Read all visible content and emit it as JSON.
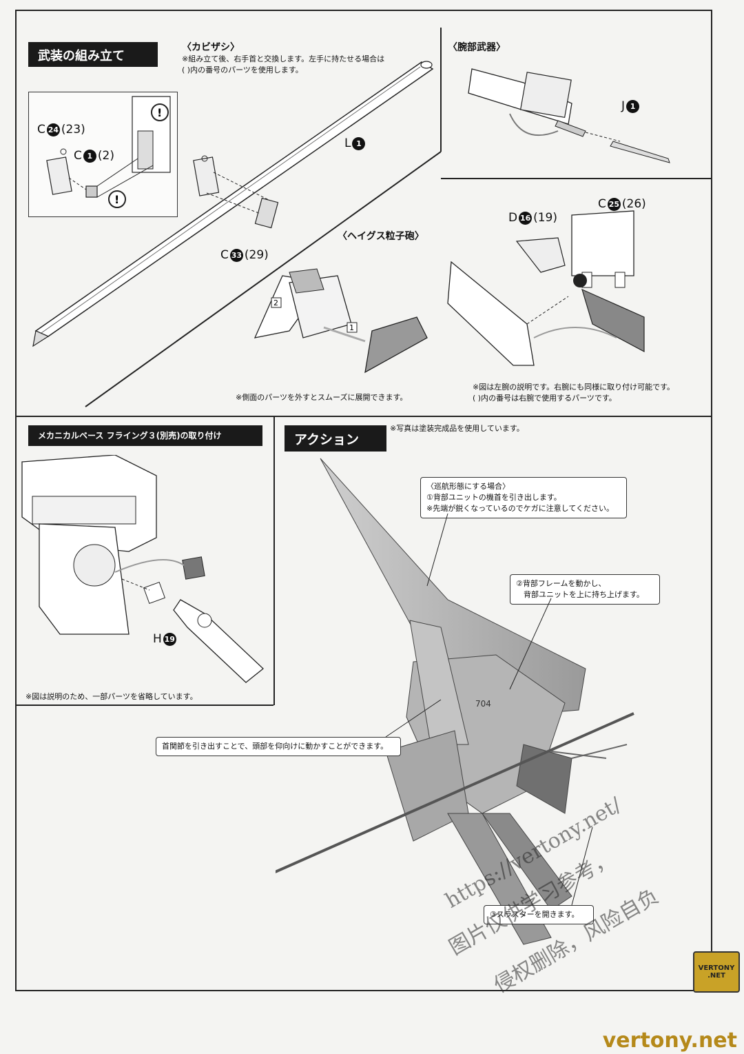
{
  "sections": {
    "weapon_assembly": {
      "title": "武装の組み立て",
      "kabizashi": {
        "title": "〈カビザシ〉",
        "note": "※組み立て後、右手首と交換します。左手に持たせる場合は\n( )内の番号のパーツを使用します。",
        "labels": {
          "c24": {
            "prefix": "C",
            "num": "24",
            "alt": "(23)"
          },
          "c1": {
            "prefix": "C",
            "num": "1",
            "alt": "(2)"
          },
          "l1": {
            "prefix": "L",
            "num": "1"
          },
          "c33": {
            "prefix": "C",
            "num": "33",
            "alt": "(29)"
          }
        }
      },
      "hegus": {
        "title": "〈ヘイグス粒子砲〉",
        "step1": "1",
        "step2": "2",
        "note": "※側面のパーツを外すとスムーズに展開できます。"
      }
    },
    "arm_weapon": {
      "title": "〈腕部武器〉",
      "j1": {
        "prefix": "J",
        "num": "1"
      },
      "d16": {
        "prefix": "D",
        "num": "16",
        "alt": "(19)"
      },
      "c25": {
        "prefix": "C",
        "num": "25",
        "alt": "(26)"
      },
      "note": "※図は左腕の説明です。右腕にも同様に取り付け可能です。\n( )内の番号は右腕で使用するパーツです。"
    },
    "mechanical_base": {
      "title": "メカニカルベース フライング３(別売)の取り付け",
      "h19": {
        "prefix": "H",
        "num": "19"
      },
      "note": "※図は説明のため、一部パーツを省略しています。"
    },
    "action": {
      "title": "アクション",
      "photo_note": "※写真は塗装完成品を使用しています。",
      "callout1": "〈巡航形態にする場合〉\n①背部ユニットの機首を引き出します。\n※先端が鋭くなっているのでケガに注意してください。",
      "callout2": "②背部フレームを動かし、\n　背部ユニットを上に持ち上げます。",
      "callout3": "首関節を引き出すことで、頭部を仰向けに動かすことができます。",
      "callout4": "③スラスターを開きます。",
      "model_number": "704"
    }
  },
  "watermark": {
    "line1": "https://vertony.net/",
    "line2": "图片仅供学习参考，",
    "line3": "侵权删除，风险自负"
  },
  "brand": {
    "badge_line1": "VERTONY",
    "badge_line2": ".NET",
    "footer": "vertony.net"
  }
}
